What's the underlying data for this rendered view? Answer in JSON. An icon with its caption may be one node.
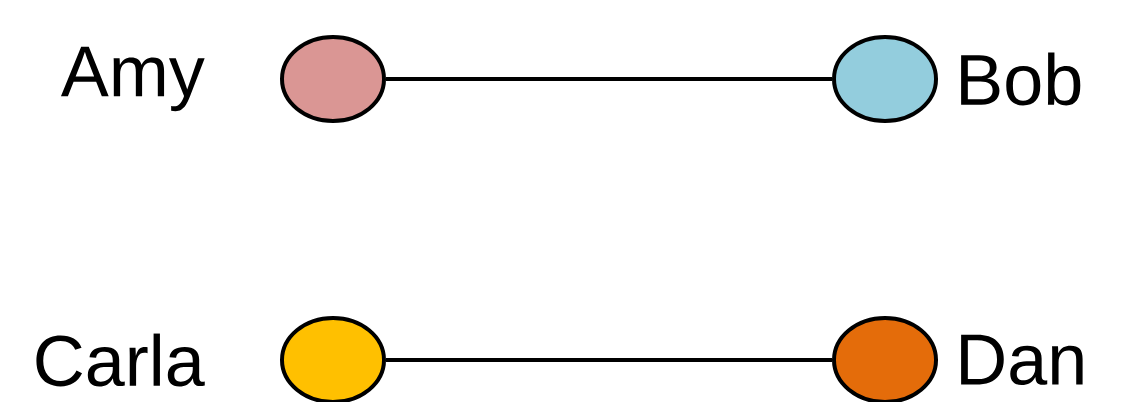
{
  "diagram": {
    "nodes": [
      {
        "text": [],
        "shape": "circle",
        "beside": [
          "Amy"
        ]
      },
      {
        "text": [],
        "shape": "circle",
        "beside": [
          "Bob"
        ]
      },
      {
        "text": [],
        "shape": "circle",
        "beside": [
          "Carla"
        ]
      },
      {
        "text": [],
        "shape": "circle",
        "beside": [
          "Dan"
        ]
      }
    ],
    "edges": [
      {
        "from": 0,
        "to": 1,
        "arrow": "none"
      },
      {
        "from": 2,
        "to": 3,
        "arrow": "none"
      }
    ]
  }
}
